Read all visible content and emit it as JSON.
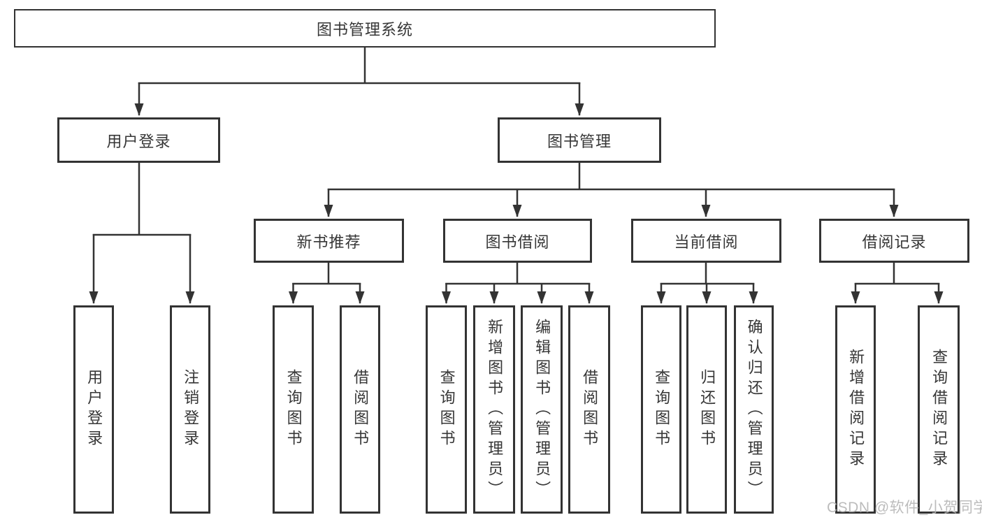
{
  "tree": {
    "root": {
      "label": "图书管理系统"
    },
    "branches": [
      {
        "label": "用户登录",
        "children": [
          {
            "label": "用户登录"
          },
          {
            "label": "注销登录"
          }
        ]
      },
      {
        "label": "图书管理",
        "children": [
          {
            "label": "新书推荐",
            "children": [
              {
                "label": "查询图书"
              },
              {
                "label": "借阅图书"
              }
            ]
          },
          {
            "label": "图书借阅",
            "children": [
              {
                "label": "查询图书"
              },
              {
                "label": "新增图书（管理员）"
              },
              {
                "label": "编辑图书（管理员）"
              },
              {
                "label": "借阅图书"
              }
            ]
          },
          {
            "label": "当前借阅",
            "children": [
              {
                "label": "查询图书"
              },
              {
                "label": "归还图书"
              },
              {
                "label": "确认归还（管理员）"
              }
            ]
          },
          {
            "label": "借阅记录",
            "children": [
              {
                "label": "新增借阅记录"
              },
              {
                "label": "查询借阅记录"
              }
            ]
          }
        ]
      }
    ]
  },
  "watermark": {
    "text": "CSDN @软件_小贺同学"
  },
  "colors": {
    "line": "#333333",
    "border": "#333333",
    "text": "#363636",
    "background": "#ffffff",
    "watermark": "#b5b5b5"
  }
}
